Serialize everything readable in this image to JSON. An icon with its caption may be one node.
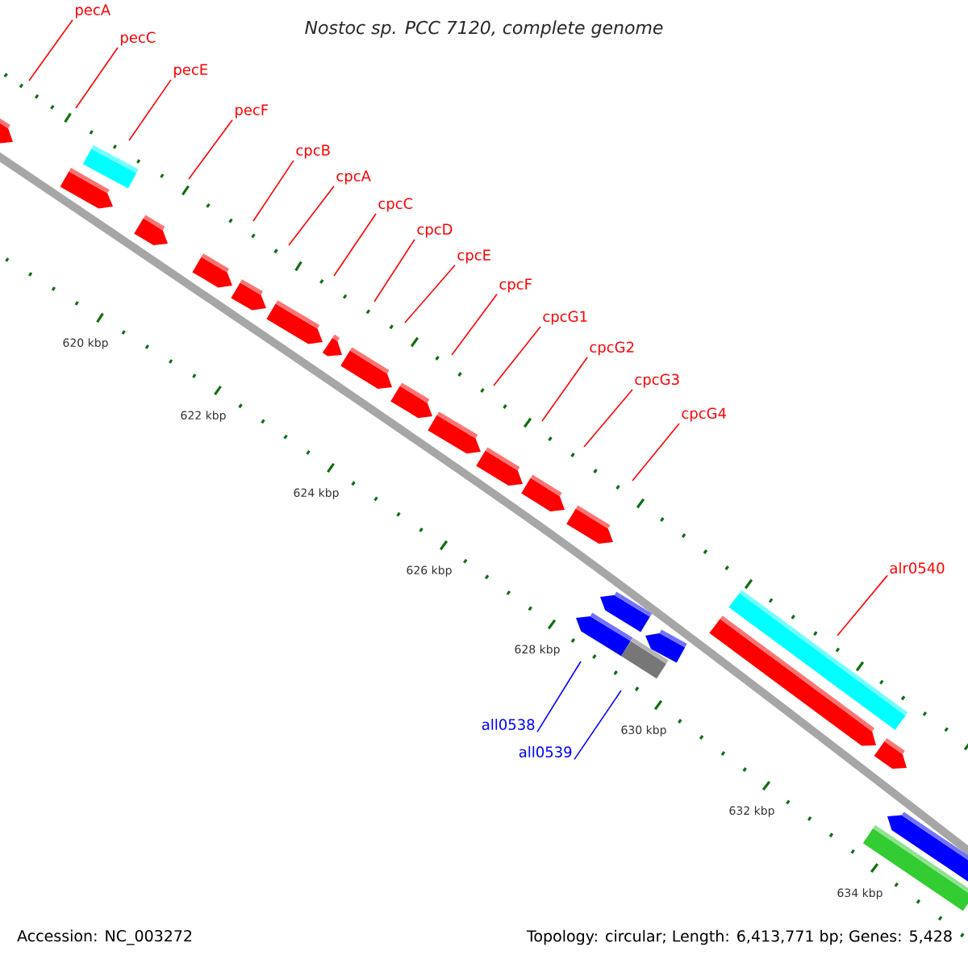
{
  "diagram": {
    "title": "Nostoc sp. PCC 7120, complete genome",
    "nodes": [
      {
        "text": [
          "pecA"
        ]
      },
      {
        "text": [
          "pecC"
        ]
      },
      {
        "text": [
          "pecE"
        ]
      },
      {
        "text": [
          "pecF"
        ]
      },
      {
        "text": [
          "cpcB"
        ]
      },
      {
        "text": [
          "cpcA"
        ]
      },
      {
        "text": [
          "cpcC"
        ]
      },
      {
        "text": [
          "cpcD"
        ]
      },
      {
        "text": [
          "cpcE"
        ]
      },
      {
        "text": [
          "cpcF"
        ]
      },
      {
        "text": [
          "cpcG1"
        ]
      },
      {
        "text": [
          "cpcG2"
        ]
      },
      {
        "text": [
          "cpcG3"
        ]
      },
      {
        "text": [
          "cpcG4"
        ]
      },
      {
        "text": [
          "alr0540"
        ]
      },
      {
        "text": [
          "all0538"
        ]
      },
      {
        "text": [
          "all0539"
        ]
      }
    ],
    "edges": [
      {
        "from": 0,
        "to": null,
        "arrow": "none"
      },
      {
        "from": 1,
        "to": null,
        "arrow": "none"
      },
      {
        "from": 2,
        "to": null,
        "arrow": "none"
      },
      {
        "from": 3,
        "to": null,
        "arrow": "none"
      },
      {
        "from": 4,
        "to": null,
        "arrow": "none"
      },
      {
        "from": 5,
        "to": null,
        "arrow": "none"
      },
      {
        "from": 6,
        "to": null,
        "arrow": "none"
      },
      {
        "from": 7,
        "to": null,
        "arrow": "none"
      },
      {
        "from": 8,
        "to": null,
        "arrow": "none"
      },
      {
        "from": 9,
        "to": null,
        "arrow": "none"
      },
      {
        "from": 10,
        "to": null,
        "arrow": "none"
      },
      {
        "from": 11,
        "to": null,
        "arrow": "none"
      },
      {
        "from": 12,
        "to": null,
        "arrow": "none"
      },
      {
        "from": 13,
        "to": null,
        "arrow": "none"
      },
      {
        "from": 14,
        "to": null,
        "arrow": "none"
      },
      {
        "from": 15,
        "to": null,
        "arrow": "none",
        "color": "#0000ff"
      },
      {
        "from": 16,
        "to": null,
        "arrow": "none",
        "color": "#0000ff"
      }
    ],
    "labels": [
      "620 kbp",
      "622 kbp",
      "624 kbp",
      "626 kbp",
      "628 kbp",
      "630 kbp",
      "632 kbp",
      "634 kbp",
      "Accession: NC_003272",
      "Topology: circular; Length: 6,413,771 bp; Genes: 5,428"
    ]
  }
}
